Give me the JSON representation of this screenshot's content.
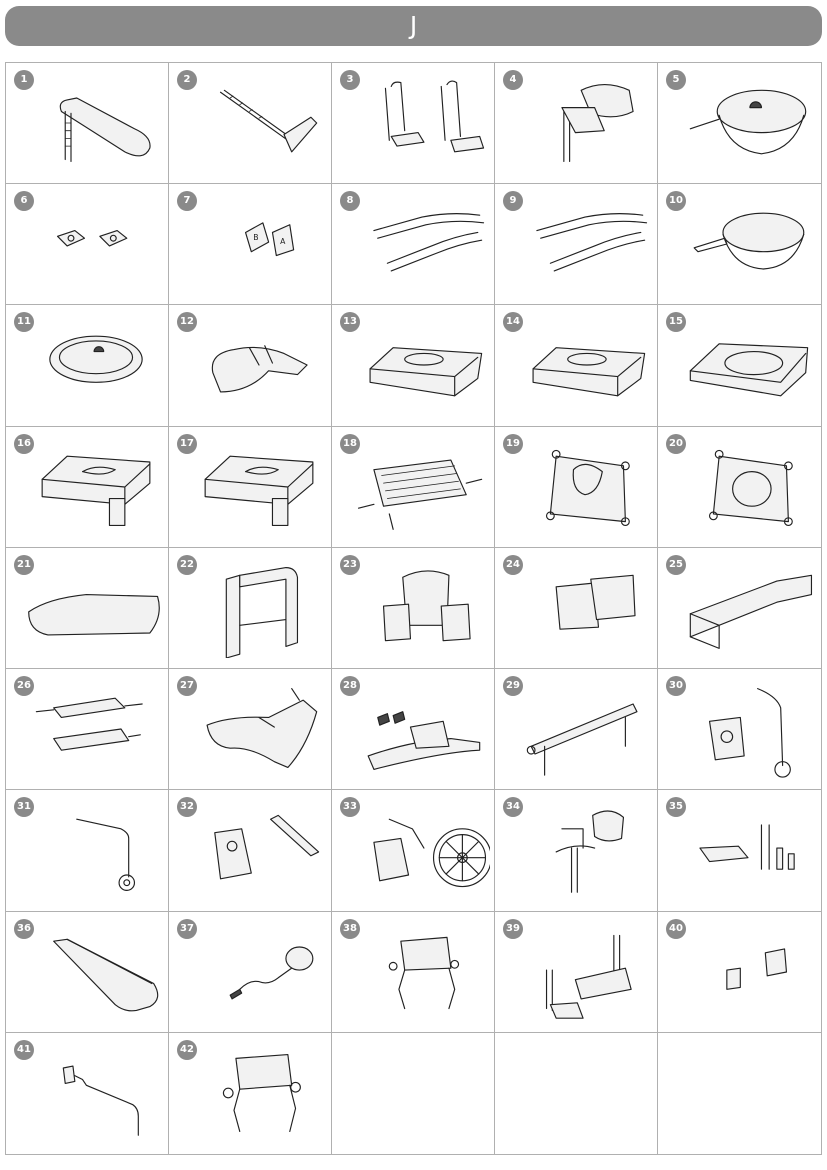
{
  "header": {
    "letter": "J"
  },
  "items": [
    {
      "number": "1",
      "icon": "armrest"
    },
    {
      "number": "2",
      "icon": "armrest-bar"
    },
    {
      "number": "3",
      "icon": "footrest-pair"
    },
    {
      "number": "4",
      "icon": "headrest-support"
    },
    {
      "number": "5",
      "icon": "commode-pan-with-lid"
    },
    {
      "number": "6",
      "icon": "clamps"
    },
    {
      "number": "7",
      "icon": "clips"
    },
    {
      "number": "8",
      "icon": "frame-rails"
    },
    {
      "number": "9",
      "icon": "frame-rails"
    },
    {
      "number": "10",
      "icon": "commode-bowl"
    },
    {
      "number": "11",
      "icon": "bowl-lid"
    },
    {
      "number": "12",
      "icon": "armrest-pad"
    },
    {
      "number": "13",
      "icon": "seat-cushion"
    },
    {
      "number": "14",
      "icon": "seat-cushion"
    },
    {
      "number": "15",
      "icon": "commode-seat"
    },
    {
      "number": "16",
      "icon": "cutout-seat"
    },
    {
      "number": "17",
      "icon": "cutout-seat"
    },
    {
      "number": "18",
      "icon": "spring-seat"
    },
    {
      "number": "19",
      "icon": "sling-seat-cutout"
    },
    {
      "number": "20",
      "icon": "sling-seat-hole"
    },
    {
      "number": "21",
      "icon": "seat-plate"
    },
    {
      "number": "22",
      "icon": "backrest-panel"
    },
    {
      "number": "23",
      "icon": "back-cushion-with-pads"
    },
    {
      "number": "24",
      "icon": "side-pads"
    },
    {
      "number": "25",
      "icon": "belt-strap"
    },
    {
      "number": "26",
      "icon": "lateral-supports"
    },
    {
      "number": "27",
      "icon": "chest-harness"
    },
    {
      "number": "28",
      "icon": "buckle-belt"
    },
    {
      "number": "29",
      "icon": "push-bar"
    },
    {
      "number": "30",
      "icon": "brake-and-handle"
    },
    {
      "number": "31",
      "icon": "push-handle"
    },
    {
      "number": "32",
      "icon": "brake-unit-and-tube"
    },
    {
      "number": "33",
      "icon": "wheel-and-brake"
    },
    {
      "number": "34",
      "icon": "headrest-clamp"
    },
    {
      "number": "35",
      "icon": "strap-and-screws"
    },
    {
      "number": "36",
      "icon": "leg-trough"
    },
    {
      "number": "37",
      "icon": "cable-release"
    },
    {
      "number": "38",
      "icon": "leg-frame"
    },
    {
      "number": "39",
      "icon": "leg-support-with-footplate"
    },
    {
      "number": "40",
      "icon": "end-caps"
    },
    {
      "number": "41",
      "icon": "bracket-arm"
    },
    {
      "number": "42",
      "icon": "leg-frame-pad"
    },
    {
      "number": "",
      "icon": ""
    },
    {
      "number": "",
      "icon": ""
    },
    {
      "number": "",
      "icon": ""
    }
  ],
  "colors": {
    "header_bg": "#8a8a8a",
    "badge_bg": "#8a8a8a",
    "grid_line": "#b0b0b0"
  }
}
